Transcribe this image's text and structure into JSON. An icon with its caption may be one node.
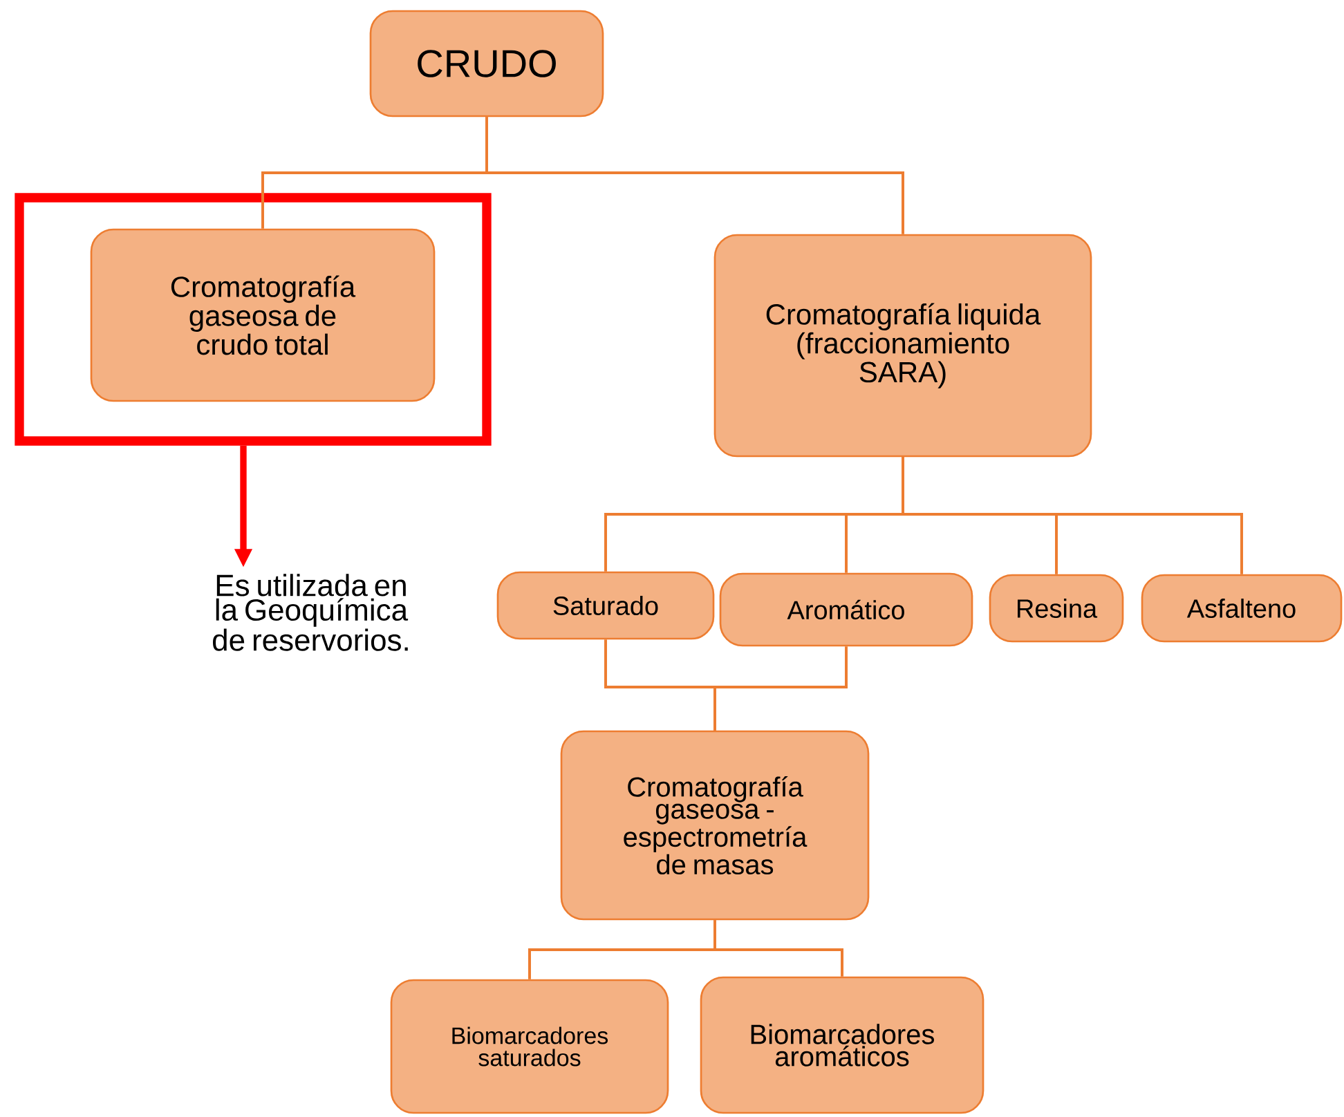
{
  "diagram": {
    "nodes": [
      {
        "text": [
          "CRUDO"
        ]
      },
      {
        "text": [],
        "shape": "box"
      },
      {
        "text": [
          "Cromatografía gaseosa de crudo total"
        ],
        "in": 1
      },
      {
        "text": [
          "Cromatografía liquida (fraccionamiento SARA)"
        ]
      },
      {
        "text": [
          "Saturado"
        ]
      },
      {
        "text": [
          "Aromático"
        ]
      },
      {
        "text": [
          "Resina"
        ]
      },
      {
        "text": [
          "Asfalteno"
        ]
      },
      {
        "text": [
          "Cromatografía gaseosa - espectrometría de masas"
        ]
      },
      {
        "text": [
          "Biomarcadores saturados"
        ]
      },
      {
        "text": [
          "Biomarcadores aromáticos"
        ]
      },
      {
        "text": [
          "Es utilizada en la Geoquímica de reservorios."
        ]
      }
    ],
    "edges": [
      {
        "from": 0,
        "to": 2,
        "arrow": "none"
      },
      {
        "from": 0,
        "to": 3,
        "arrow": "none"
      },
      {
        "from": 3,
        "to": 4,
        "arrow": "none"
      },
      {
        "from": 3,
        "to": 5,
        "arrow": "none"
      },
      {
        "from": 3,
        "to": 6,
        "arrow": "none"
      },
      {
        "from": 3,
        "to": 7,
        "arrow": "none"
      },
      {
        "from": 4,
        "to": 8,
        "arrow": "none"
      },
      {
        "from": 5,
        "to": 8,
        "arrow": "none"
      },
      {
        "from": 8,
        "to": 9,
        "arrow": "none"
      },
      {
        "from": 8,
        "to": 10,
        "arrow": "none"
      },
      {
        "from": 1,
        "to": 11,
        "arrow": "to",
        "style": "thick",
        "color": "#ff0000"
      }
    ]
  }
}
